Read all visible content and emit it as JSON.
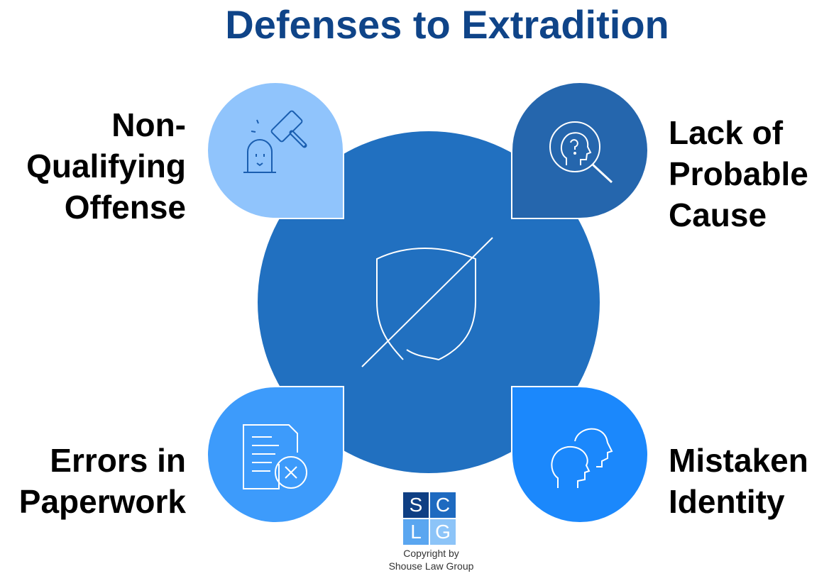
{
  "title": "Defenses to Extradition",
  "colors": {
    "title": "#0f4488",
    "center": "#2170c0",
    "top_left": "#90c4fc",
    "top_right": "#2566ad",
    "bottom_left": "#3d9bfb",
    "bottom_right": "#1b88fc"
  },
  "defenses": [
    {
      "label_lines": [
        "Non-",
        "Qualifying",
        "Offense"
      ],
      "icon": "gavel-icon"
    },
    {
      "label_lines": [
        "Lack of",
        "Probable",
        "Cause"
      ],
      "icon": "head-question-magnifier-icon"
    },
    {
      "label_lines": [
        "Errors in",
        "Paperwork"
      ],
      "icon": "document-error-icon"
    },
    {
      "label_lines": [
        "Mistaken",
        "Identity"
      ],
      "icon": "two-faces-icon"
    }
  ],
  "center_icon": "shield-slash-icon",
  "logo": {
    "letters": [
      "S",
      "C",
      "L",
      "G"
    ]
  },
  "copyright": [
    "Copyright by",
    "Shouse Law Group"
  ]
}
